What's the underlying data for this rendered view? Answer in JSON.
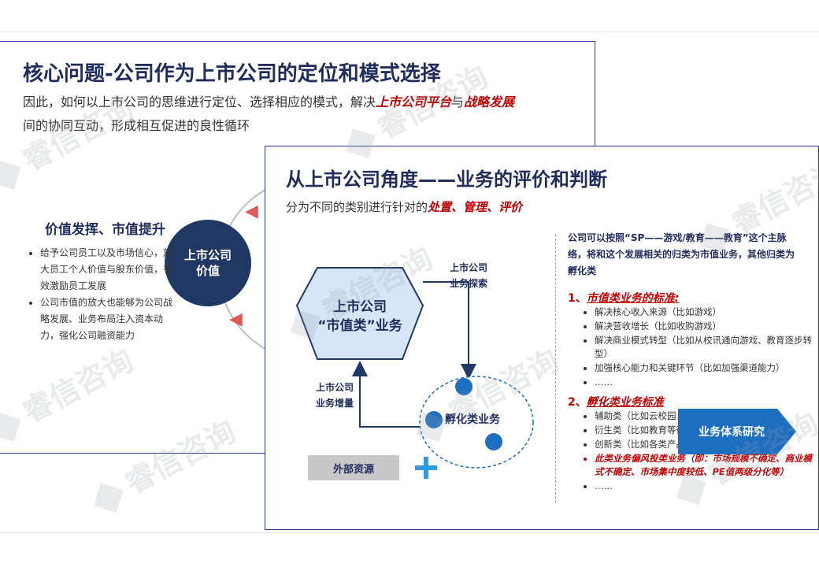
{
  "back_slide": {
    "title": "核心问题-公司作为上市公司的定位和模式选择",
    "subtitle_part1": "因此，如何以上市公司的思维进行定位、选择相应的模式，解决",
    "subtitle_red1": "上市公司平台",
    "subtitle_mid": "与",
    "subtitle_red2": "战略发展",
    "subtitle_part2": "间的协同互动，形成相互促进的良性循环",
    "core_label": "上市公司价值",
    "value_title": "价值发挥、市值提升",
    "value_items": [
      "给予公司员工以及市场信心，放大员工个人价值与股东价值，有效激励员工发展",
      "公司市值的放大也能够为公司战略发展、业务布局注入资本动力，强化公司融资能力"
    ]
  },
  "front_slide": {
    "title": "从上市公司角度——业务的评价和判断",
    "subtitle_part1": "分为不同的类别进行针对的",
    "subtitle_red": "处置、管理、评价",
    "diagram": {
      "hex_label": "上市公司\n“市值类”业务",
      "explore_label": "上市公司\n业务探索",
      "increase_label": "上市公司\n业务增量",
      "incubation_label": "孵化类业务",
      "external_label": "外部资源"
    },
    "intro": "公司可以按照“SP——游戏/教育——教育”这个主脉络，将和这个发展相关的归类为市值业务，其他归类为孵化类",
    "section1_num": "1、",
    "section1_title": "市值类业务的标准:",
    "section1_items": [
      "解决核心收入来源（比如游戏）",
      "解决营收增长（比如收购游戏）",
      "解决商业模式转型（比如从校讯通向游戏、教育逐步转型）",
      "加强核心能力和关键环节（比如加强渠道能力）",
      "……"
    ],
    "section2_num": "2、",
    "section2_title": "孵化类业务标准",
    "section2_items": [
      "辅助类（比如云校园，",
      "衍生类（比如教育等衍",
      "创新类（比如各类产品"
    ],
    "section2_red": "此类业务偏风投类业务（即：市场规模不确定、商业模式不确定、市场集中度较低、PE值两级分化等）",
    "section2_last": "……",
    "chevron_label": "业务体系研究"
  },
  "watermark": "睿信咨询",
  "colors": {
    "navy": "#1f2d5c",
    "red": "#c00000",
    "hex_fill": "#d6e6f7",
    "accent_blue": "#1f6fc0",
    "plus_blue": "#2e9be0"
  }
}
